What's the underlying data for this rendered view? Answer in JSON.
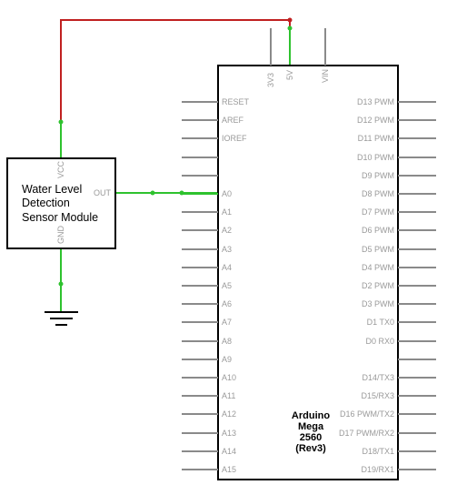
{
  "colors": {
    "power_wire": "#c02020",
    "signal_wire": "#2ec22e",
    "pin_line": "#8a8a8a",
    "outline": "#000000",
    "label": "#9a9a9a"
  },
  "sensor": {
    "name_lines": [
      "Water Level",
      "Detection",
      "Sensor Module"
    ],
    "pin_vcc": "VCC",
    "pin_out": "OUT",
    "pin_gnd": "GND"
  },
  "board": {
    "name_lines": [
      "Arduino",
      "Mega",
      "2560",
      "(Rev3)"
    ],
    "top_pins": [
      "3V3",
      "5V",
      "VIN"
    ],
    "left_pins": [
      "RESET",
      "AREF",
      "IOREF",
      "",
      "",
      "A0",
      "A1",
      "A2",
      "A3",
      "A4",
      "A5",
      "A6",
      "A7",
      "A8",
      "A9",
      "A10",
      "A11",
      "A12",
      "A13",
      "A14",
      "A15"
    ],
    "right_pins": [
      "D13 PWM",
      "D12 PWM",
      "D11 PWM",
      "D10 PWM",
      "D9 PWM",
      "D8 PWM",
      "D7 PWM",
      "D6 PWM",
      "D5 PWM",
      "D4 PWM",
      "D2 PWM",
      "D3 PWM",
      "D1 TX0",
      "D0 RX0",
      "",
      "D14/TX3",
      "D15/RX3",
      "D16 PWM/TX2",
      "D17 PWM/RX2",
      "D18/TX1",
      "D19/RX1"
    ]
  },
  "ground_icon": "ground-symbol-icon"
}
